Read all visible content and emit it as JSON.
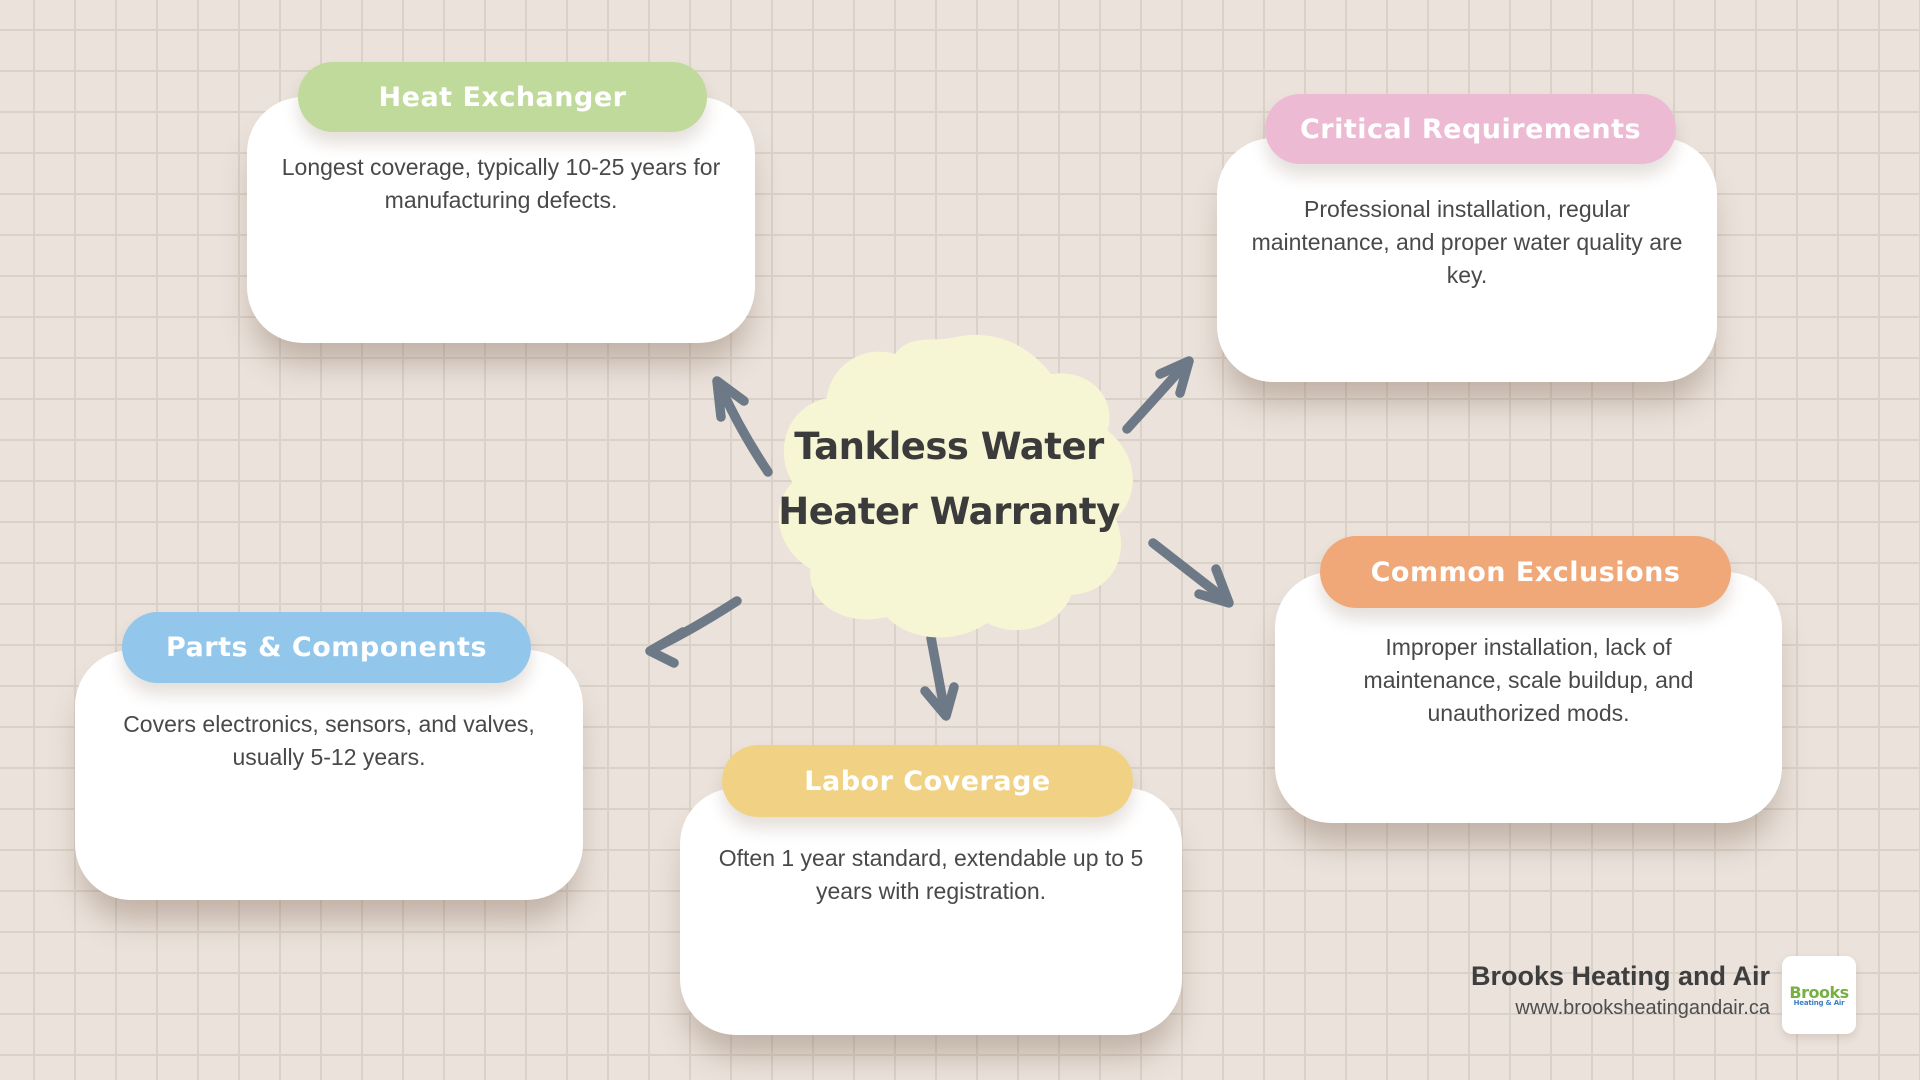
{
  "title": {
    "line1": "Tankless Water",
    "line2": "Heater Warranty"
  },
  "nodes": [
    {
      "id": "heat-exchanger",
      "label": "Heat Exchanger",
      "lines": [
        "Longest coverage, typically 10-25 years for",
        "manufacturing defects."
      ]
    },
    {
      "id": "critical-requirements",
      "label": "Critical Requirements",
      "lines": [
        "Professional installation, regular",
        "maintenance, and proper water quality are",
        "key."
      ]
    },
    {
      "id": "parts-components",
      "label": "Parts & Components",
      "lines": [
        "Covers electronics, sensors, and valves,",
        "usually 5-12 years."
      ]
    },
    {
      "id": "labor-coverage",
      "label": "Labor Coverage",
      "lines": [
        "Often 1 year standard, extendable up to 5",
        "years with registration."
      ]
    },
    {
      "id": "common-exclusions",
      "label": "Common Exclusions",
      "lines": [
        "Improper installation, lack of",
        "maintenance, scale buildup, and",
        "unauthorized mods."
      ]
    }
  ],
  "footer": {
    "company": "Brooks Heating and Air",
    "website": "www.brooksheatingandair.ca",
    "logo_text": "Brooks",
    "logo_subtext": "Heating & Air"
  },
  "colors": {
    "background": "#EAE2DB",
    "grid_line": "#DAD1C8",
    "card": "#FFFFFF",
    "center_blob": "#F7F6D4",
    "title_text": "#3B3B3B",
    "body_text": "#494949",
    "arrow": "#6E7987",
    "heat_exchanger": "#BFDA9B",
    "critical_requirements": "#EDBAD3",
    "parts_components": "#93C6EB",
    "labor_coverage": "#F1D285",
    "common_exclusions": "#F1A878",
    "logo_green": "#76B043",
    "logo_blue": "#3D7EC2"
  }
}
